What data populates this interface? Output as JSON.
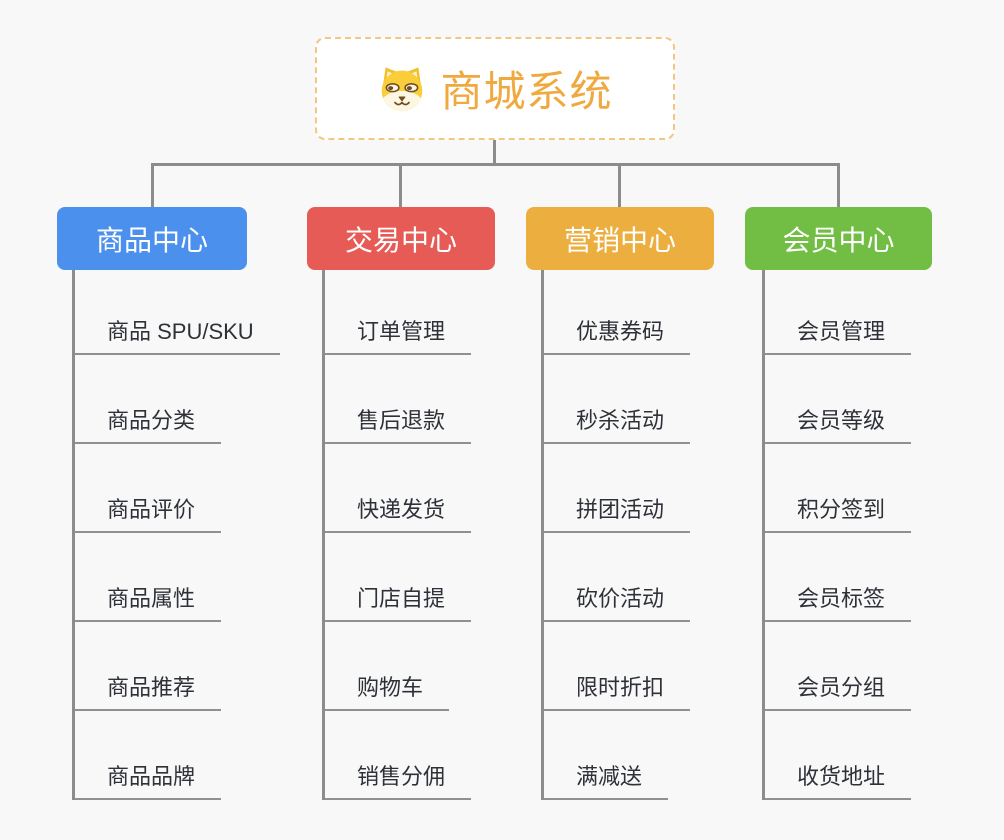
{
  "canvas": {
    "background": "#F8F8F8",
    "connector_color": "#8C8C8C"
  },
  "root": {
    "title": "商城系统",
    "icon": "dog-face-icon",
    "title_color": "#F0A93E",
    "border_color": "#F2C782"
  },
  "branches": [
    {
      "label": "商品中心",
      "color": "#4B90EC",
      "items": [
        "商品 SPU/SKU",
        "商品分类",
        "商品评价",
        "商品属性",
        "商品推荐",
        "商品品牌"
      ]
    },
    {
      "label": "交易中心",
      "color": "#E65B56",
      "items": [
        "订单管理",
        "售后退款",
        "快递发货",
        "门店自提",
        "购物车",
        "销售分佣"
      ]
    },
    {
      "label": "营销中心",
      "color": "#EDAE40",
      "items": [
        "优惠券码",
        "秒杀活动",
        "拼团活动",
        "砍价活动",
        "限时折扣",
        "满减送"
      ]
    },
    {
      "label": "会员中心",
      "color": "#72BE44",
      "items": [
        "会员管理",
        "会员等级",
        "积分签到",
        "会员标签",
        "会员分组",
        "收货地址"
      ]
    }
  ]
}
